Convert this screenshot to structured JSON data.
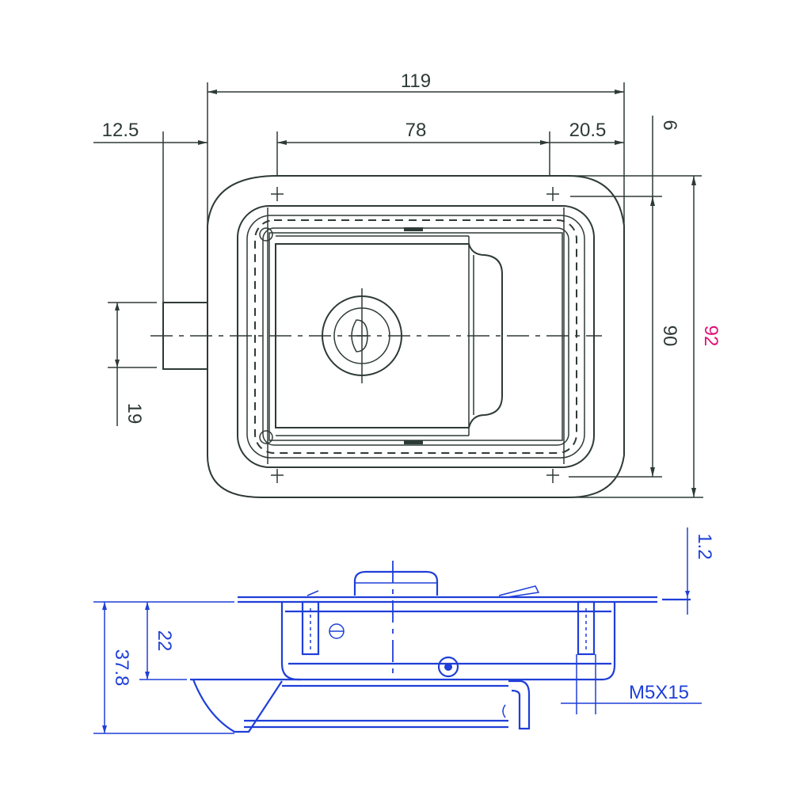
{
  "drawing": {
    "title": "Paddle latch technical drawing",
    "views": [
      "top-view",
      "side-view"
    ],
    "colors": {
      "top_view_lines": "#2e3a36",
      "side_view_lines": "#1f3fd8",
      "highlight_dimension": "#e0107a",
      "background": "#ffffff"
    }
  },
  "top_view": {
    "dimensions": {
      "overall_width": "119",
      "cutout_width": "78",
      "right_offset": "20.5",
      "left_offset": "12.5",
      "top_margin": "6",
      "cutout_height": "90",
      "overall_height": "92",
      "tab_height": "19"
    }
  },
  "side_view": {
    "dimensions": {
      "flange_thickness": "1.2",
      "body_depth": "22",
      "overall_depth": "37.8",
      "stud_spec": "M5X15"
    }
  }
}
